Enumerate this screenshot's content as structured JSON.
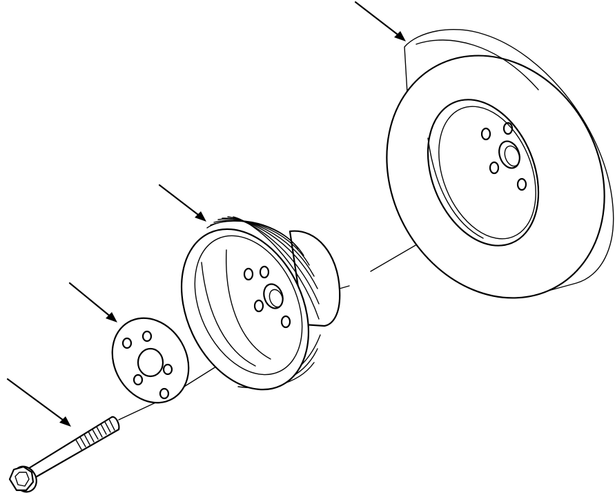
{
  "diagram": {
    "type": "exploded-assembly",
    "colors": {
      "ink": "#000000",
      "background": "#ffffff"
    },
    "parts": [
      {
        "id": "bolt",
        "icon": "hex-flange-bolt-icon"
      },
      {
        "id": "washer",
        "icon": "plate-washer-icon"
      },
      {
        "id": "pulley",
        "icon": "grooved-pulley-icon"
      },
      {
        "id": "damper",
        "icon": "vibration-damper-icon"
      }
    ],
    "leaders": [
      {
        "target": "damper"
      },
      {
        "target": "pulley"
      },
      {
        "target": "washer"
      },
      {
        "target": "bolt"
      }
    ]
  }
}
